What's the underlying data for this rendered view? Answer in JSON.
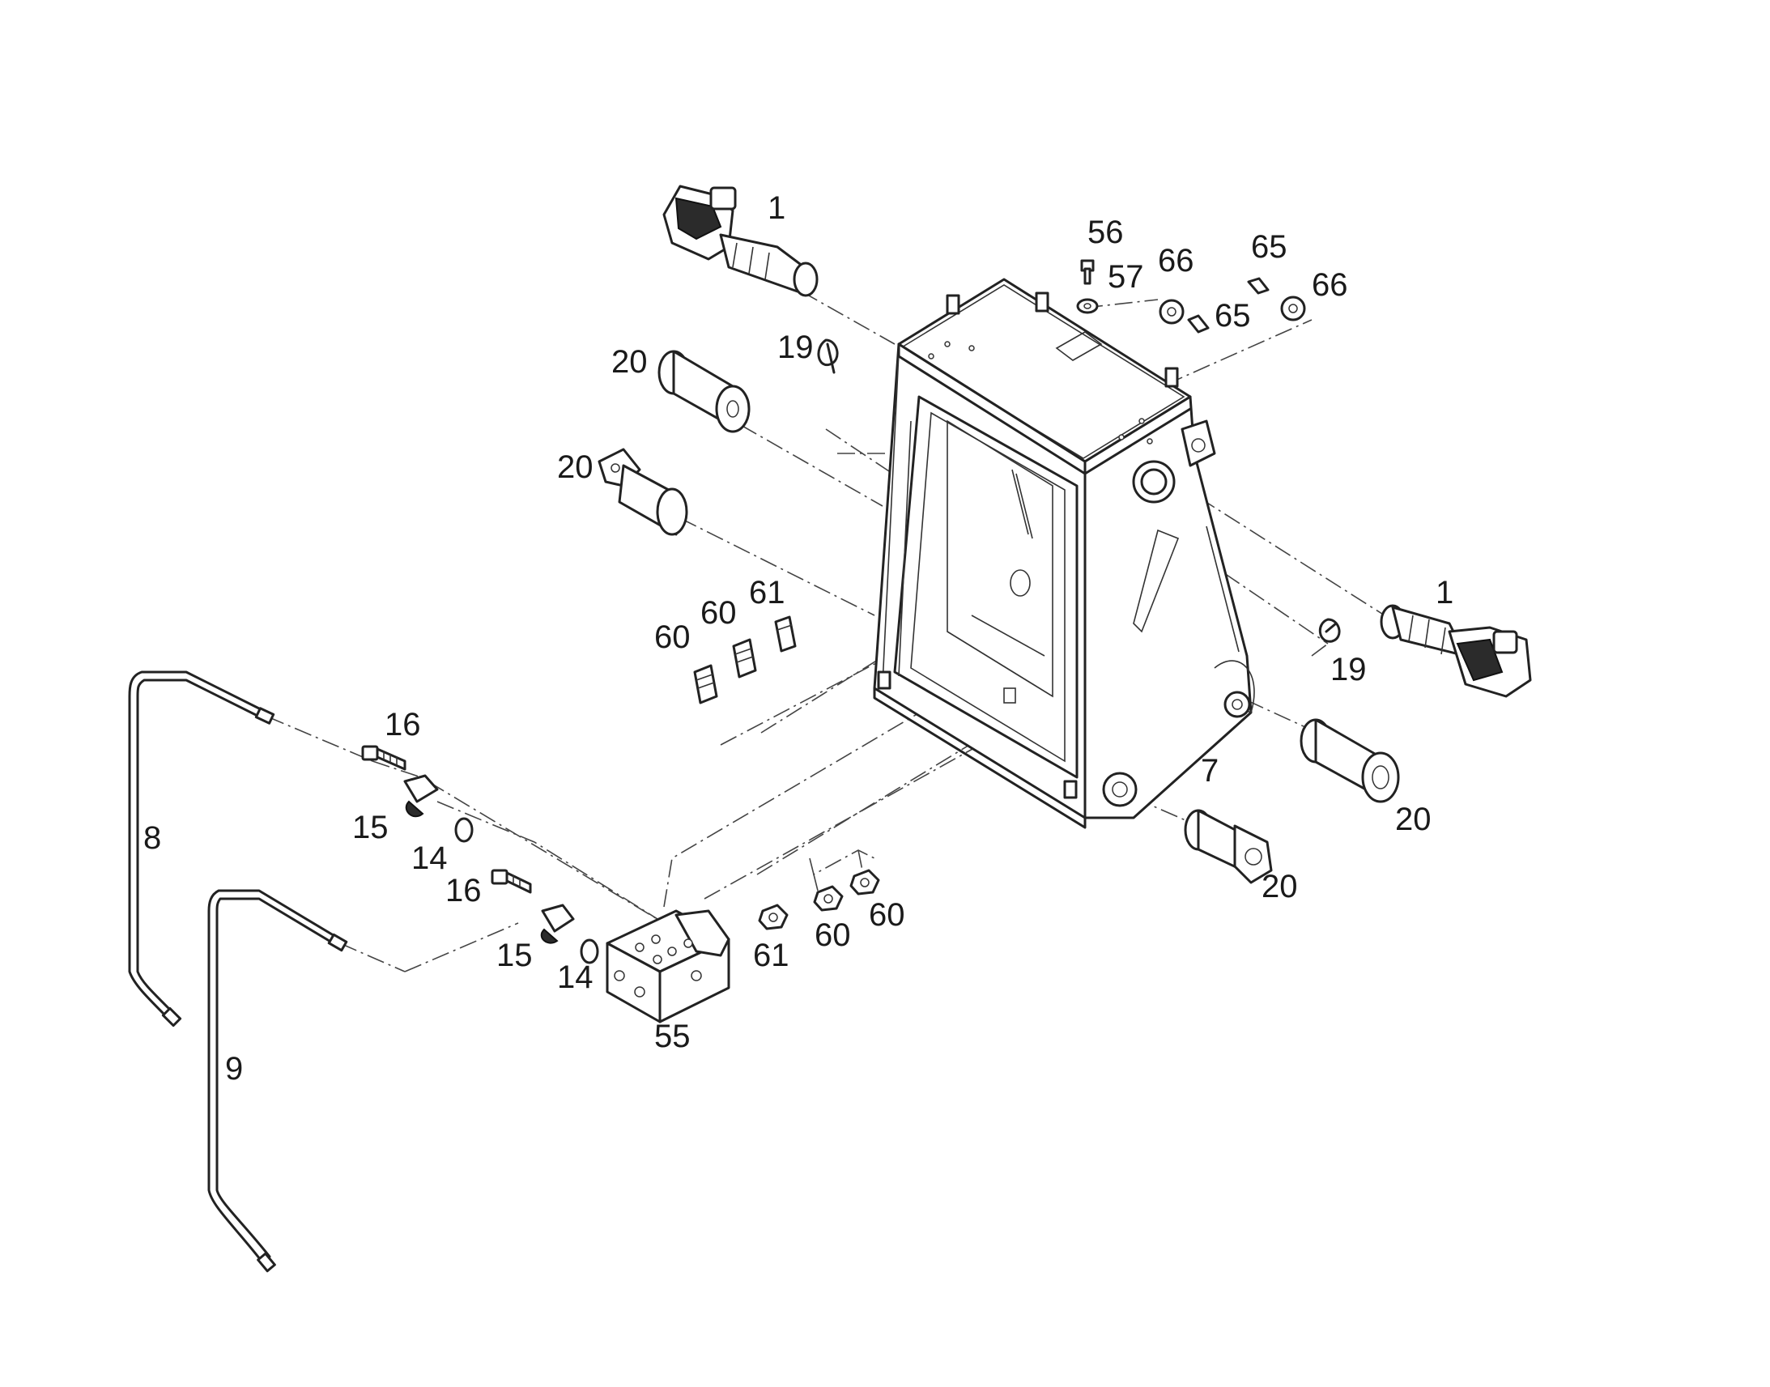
{
  "diagram": {
    "type": "exploded parts drawing",
    "line_color": "#222222",
    "background": "#ffffff",
    "callouts": [
      {
        "id": "c-1a",
        "text": "1"
      },
      {
        "id": "c-1b",
        "text": "1"
      },
      {
        "id": "c-7",
        "text": "7"
      },
      {
        "id": "c-8",
        "text": "8"
      },
      {
        "id": "c-9",
        "text": "9"
      },
      {
        "id": "c-14a",
        "text": "14"
      },
      {
        "id": "c-14b",
        "text": "14"
      },
      {
        "id": "c-15a",
        "text": "15"
      },
      {
        "id": "c-15b",
        "text": "15"
      },
      {
        "id": "c-16a",
        "text": "16"
      },
      {
        "id": "c-16b",
        "text": "16"
      },
      {
        "id": "c-19a",
        "text": "19"
      },
      {
        "id": "c-19b",
        "text": "19"
      },
      {
        "id": "c-20a",
        "text": "20"
      },
      {
        "id": "c-20b",
        "text": "20"
      },
      {
        "id": "c-20c",
        "text": "20"
      },
      {
        "id": "c-20d",
        "text": "20"
      },
      {
        "id": "c-55",
        "text": "55"
      },
      {
        "id": "c-56",
        "text": "56"
      },
      {
        "id": "c-57",
        "text": "57"
      },
      {
        "id": "c-60a",
        "text": "60"
      },
      {
        "id": "c-60b",
        "text": "60"
      },
      {
        "id": "c-60c",
        "text": "60"
      },
      {
        "id": "c-60d",
        "text": "60"
      },
      {
        "id": "c-61a",
        "text": "61"
      },
      {
        "id": "c-61b",
        "text": "61"
      },
      {
        "id": "c-65a",
        "text": "65"
      },
      {
        "id": "c-65b",
        "text": "65"
      },
      {
        "id": "c-66a",
        "text": "66"
      },
      {
        "id": "c-66b",
        "text": "66"
      }
    ]
  }
}
